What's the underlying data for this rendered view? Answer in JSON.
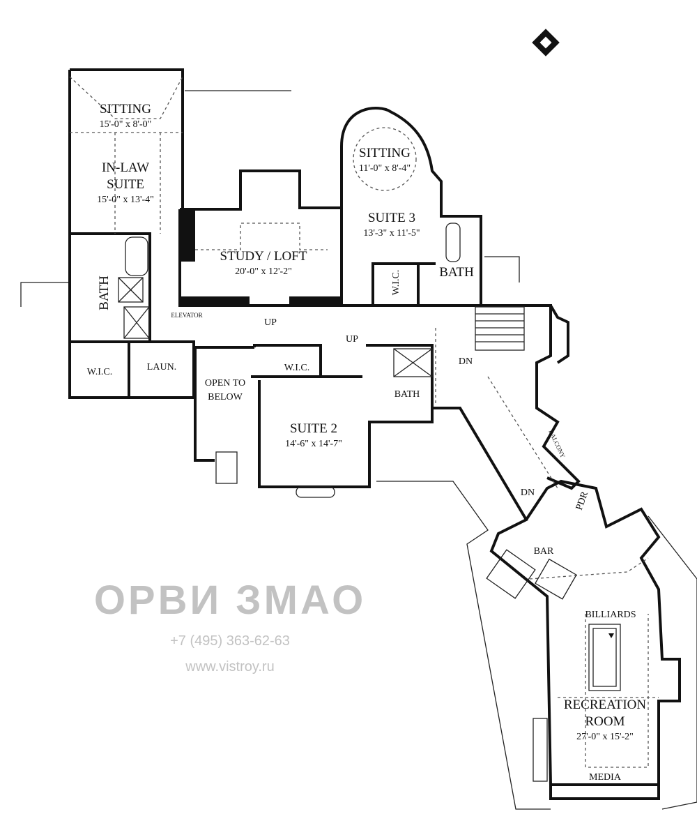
{
  "rooms": {
    "sitting_1": {
      "name": "SITTING",
      "size": "15'-0\" x 8'-0\""
    },
    "inlaw": {
      "name_line1": "IN-LAW",
      "name_line2": "SUITE",
      "size": "15'-0\" x 13'-4\""
    },
    "study": {
      "name": "STUDY / LOFT",
      "size": "20'-0\" x 12'-2\""
    },
    "sitting_2": {
      "name": "SITTING",
      "size": "11'-0\" x 8'-4\""
    },
    "suite3": {
      "name": "SUITE 3",
      "size": "13'-3\" x 11'-5\""
    },
    "wic_3": "W.I.C.",
    "bath_3": "BATH",
    "bath_1": "BATH",
    "elevator": "ELEVATOR",
    "wic_1": "W.I.C.",
    "laundry": "LAUN.",
    "open_below_1": "OPEN TO",
    "open_below_2": "BELOW",
    "wic_2": "W.I.C.",
    "bath_2": "BATH",
    "suite2": {
      "name": "SUITE 2",
      "size": "14'-6\" x 14'-7\""
    },
    "balcony": "BALCONY",
    "pdr": "PDR",
    "bar": "BAR",
    "billiards": "BILLIARDS",
    "recreation": {
      "name_line1": "RECREATION",
      "name_line2": "ROOM",
      "size": "27'-0\" x 15'-2\""
    },
    "media": "MEDIA"
  },
  "stairs": {
    "up_1": "UP",
    "up_2": "UP",
    "dn_1": "DN",
    "dn_2": "DN"
  },
  "watermark": {
    "logo": "ОРВИ ЗМАО",
    "phone": "+7 (495) 363-62-63",
    "url": "www.vistroy.ru"
  }
}
